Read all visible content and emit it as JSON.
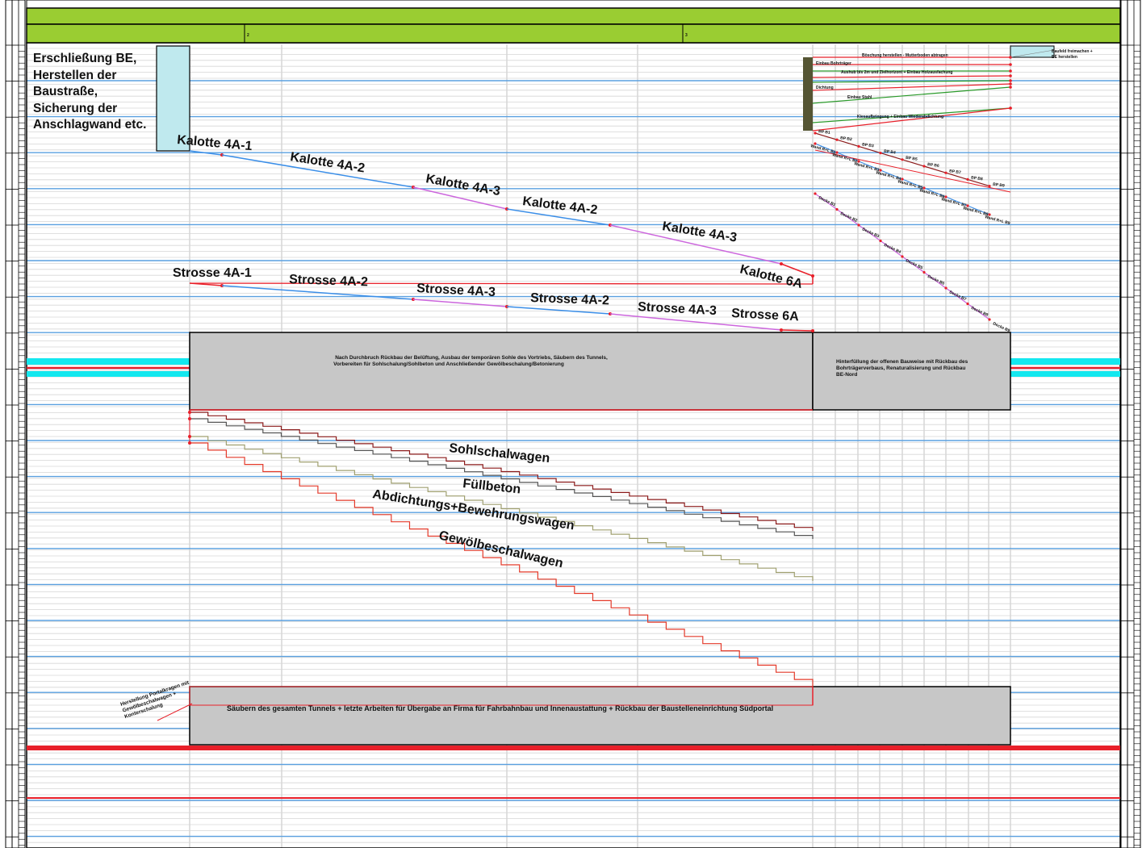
{
  "be_label": "Erschließung BE, Herstellen der Baustraße, Sicherung der Anschlagwand etc.",
  "kalotte_labels": [
    "Kalotte 4A-1",
    "Kalotte 4A-2",
    "Kalotte 4A-3",
    "Kalotte 4A-2",
    "Kalotte 4A-3",
    "Kalotte 6A"
  ],
  "strosse_labels": [
    "Strosse 4A-1",
    "Strosse 4A-2",
    "Strosse 4A-3",
    "Strosse 4A-2",
    "Strosse 4A-3",
    "Strosse 6A"
  ],
  "gewoelbe_labels": [
    "Sohlschalwagen",
    "Füllbeton",
    "Abdichtungs+Bewehrungswagen",
    "Gewölbeschalwagen"
  ],
  "box1_lines": [
    "Nach Durchbruch Rückbau der Belüftung, Ausbau der temporären Sohle des Vortriebs, Säubern des Tunnels,",
    "Vorbereiten für Sohlschalung/Sohlbeton und Anschließender Gewölbeschalung/Betonierung"
  ],
  "box2_lines": [
    "Hinterfüllung der offenen Bauweise mit Rückbau des",
    "Bohrträgerverbaus, Renaturalisierung und Rückbau",
    "BE-Nord"
  ],
  "box3_text": "Säubern des gesamten Tunnels + letzte Arbeiten für Übergabe an Firma für Fahrbahnbau und Innenaustattung + Rückbau der Baustelleneinrichtung Südportal",
  "portal_note_lines": [
    "Herstellung Portalkragen mit",
    "Gewölbeschalwagen +",
    "Konterschalung"
  ],
  "nord_tasks": [
    "Böschung herstellen - Mutterboden abtragen",
    "Baufeld freimachen +",
    "BE herstellen",
    "Einbau Bohrträger",
    "Aushub bis 2m und Zielhorizont + Einbau Holzausfachung",
    "Dichtung",
    "Einbau Stahl",
    "Kiesaufbringung + Einbau Wiederabdichtung"
  ],
  "bp_labels": [
    "BP B1",
    "BP B2",
    "BP B3",
    "BP B4",
    "BP B5",
    "BP B6",
    "BP B7",
    "BP B8",
    "BP B9"
  ],
  "wand_labels": [
    "Wand R+L B1",
    "Wand R+L B2",
    "Wand R+L B3",
    "Wand R+L B4",
    "Wand R+L B5",
    "Wand R+L B6",
    "Wand R+L B7",
    "Wand R+L B8",
    "Wand R+L B9"
  ],
  "decke_labels": [
    "Decke B1",
    "Decke B2",
    "Decke B3",
    "Decke B4",
    "Decke B5",
    "Decke B6",
    "Decke B7",
    "Decke B8",
    "Decke B9"
  ],
  "header_marks": [
    "2",
    "3"
  ],
  "colors": {
    "header_green": "#9ACD32",
    "kalotte_blue": "#3a8ee8",
    "kalotte_violet": "#cc66dd",
    "milestone_red": "#e8202a",
    "cyan_band": "#13e8ef",
    "box_gray": "#c7c7c7",
    "be_cyan": "#bfe9ee",
    "sohl_darkred": "#8b1a1a",
    "fuell_gray": "#555555",
    "abdicht_olive": "#a0a070",
    "gewoelbe_red": "#e43a2a"
  }
}
